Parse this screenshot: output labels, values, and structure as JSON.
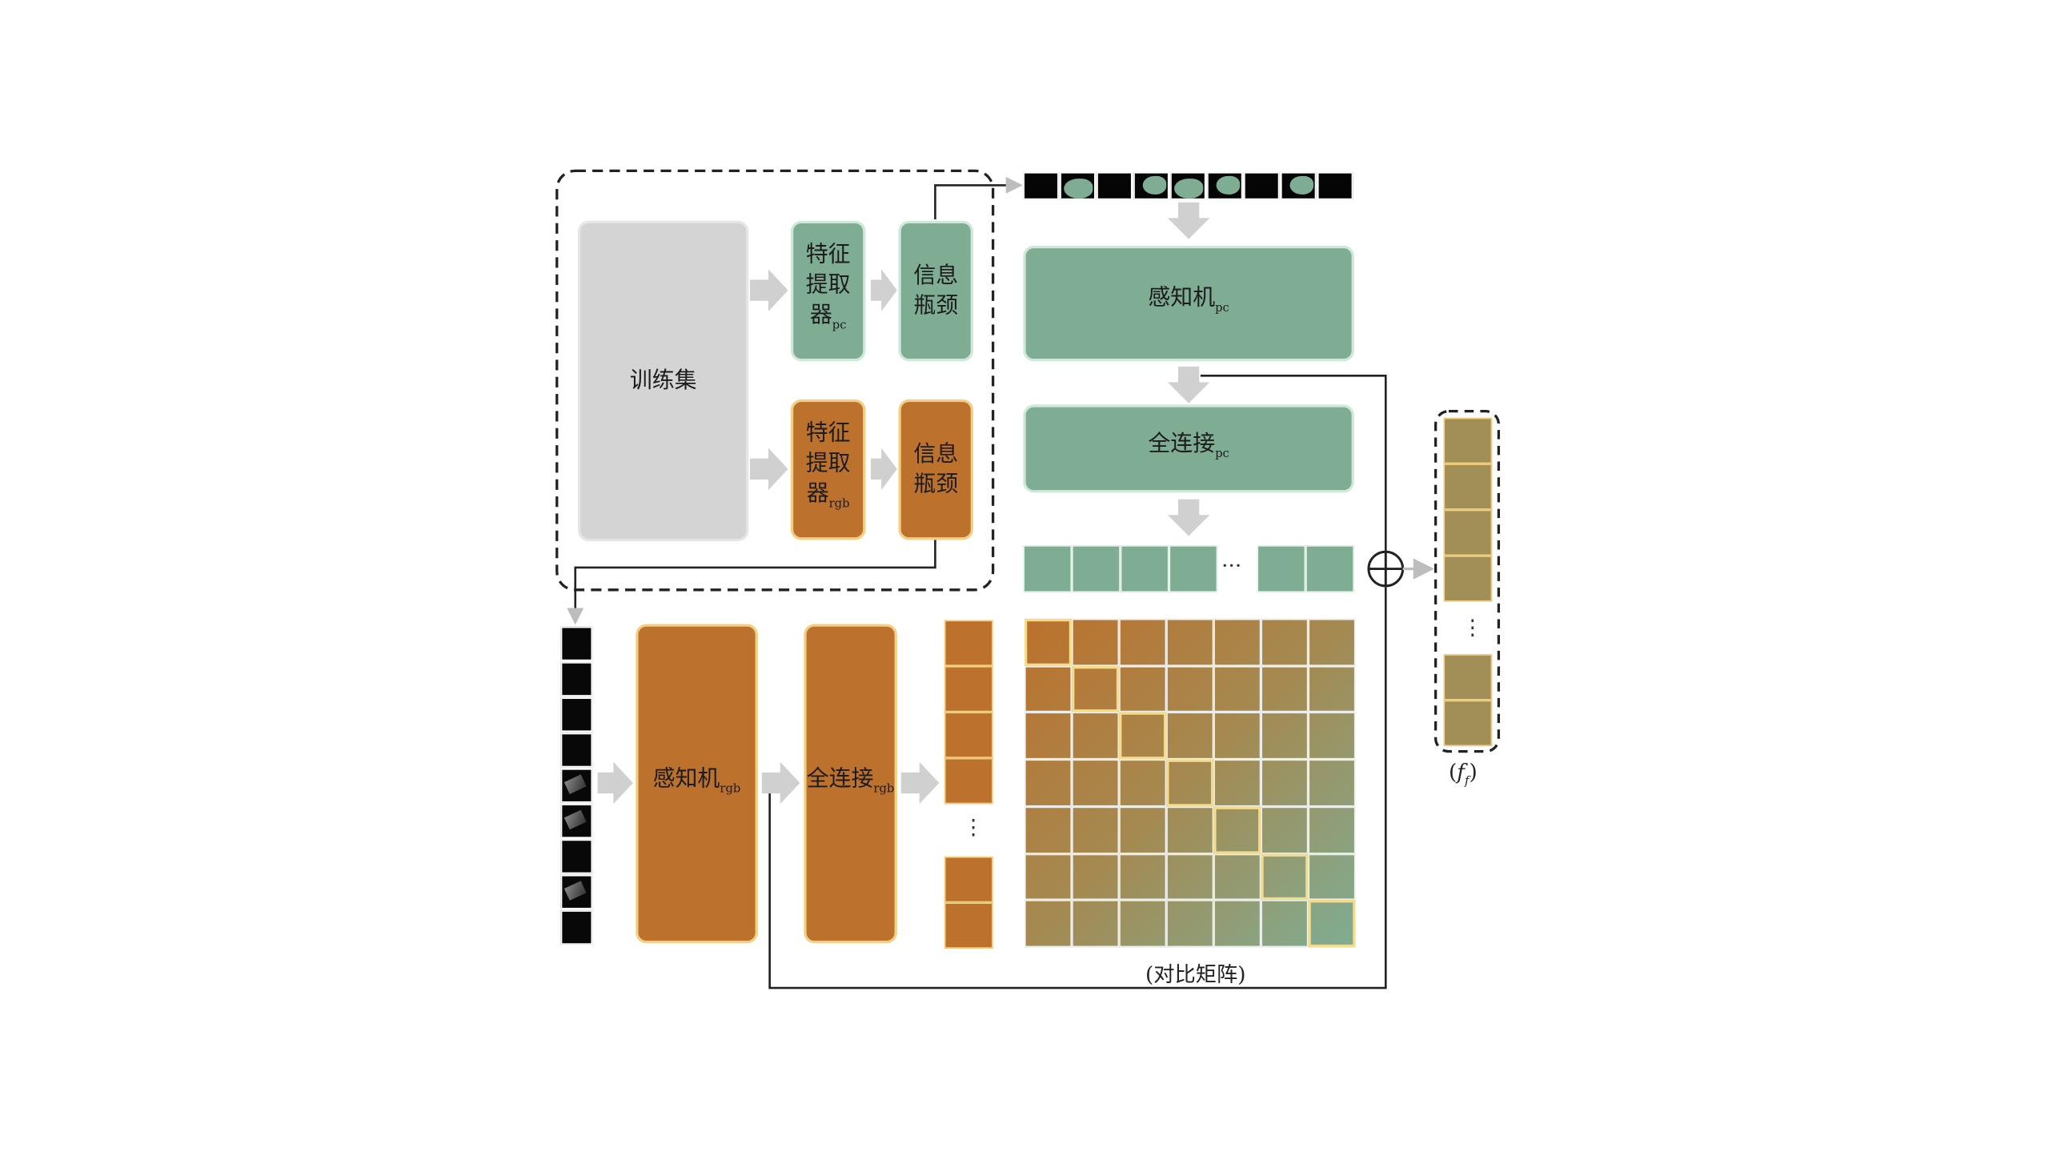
{
  "training_set": {
    "label": "训练集"
  },
  "extractor_pc": {
    "line1": "特征",
    "line2": "提取",
    "line3": "器",
    "sub": "pc"
  },
  "bottleneck_pc": {
    "line1": "信息",
    "line2": "瓶颈"
  },
  "extractor_rgb": {
    "line1": "特征",
    "line2": "提取",
    "line3": "器",
    "sub": "rgb"
  },
  "bottleneck_rgb": {
    "line1": "信息",
    "line2": "瓶颈"
  },
  "perceptron_pc": {
    "label": "感知机",
    "sub": "pc"
  },
  "fc_pc": {
    "label": "全连接",
    "sub": "pc"
  },
  "perceptron_rgb": {
    "label": "感知机",
    "sub": "rgb"
  },
  "fc_rgb": {
    "label": "全连接",
    "sub": "rgb"
  },
  "ellipsis_h": "···",
  "ellipsis_v": "⋮",
  "contrast_matrix": {
    "caption": "(对比矩阵)"
  },
  "fusion": {
    "caption_open": "(",
    "symbol": "f",
    "sub": "f",
    "caption_close": ")"
  },
  "colors": {
    "green": "#7fad94",
    "orange": "#bc712c",
    "grey": "#d4d4d4",
    "olive": "#a18f57",
    "arrow": "#d0d0d0"
  }
}
